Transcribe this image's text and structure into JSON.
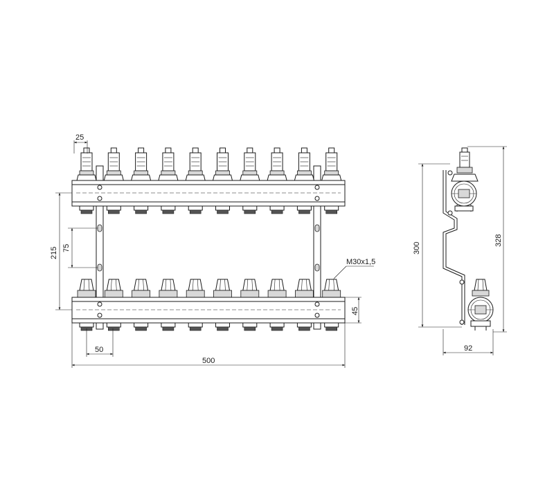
{
  "dimensions": {
    "pitch_top": "25",
    "between_rails_left": "215",
    "bracket_hole_spacing": "75",
    "thread_note": "M30x1,5",
    "collector_height": "45",
    "first_outlet_offset": "50",
    "overall_width": "500",
    "side_height_inner": "300",
    "side_height_overall": "328",
    "side_depth": "92"
  },
  "outlets_per_bar": 10,
  "colors": {
    "line": "#1a1a1a",
    "fill": "#ffffff",
    "shade": "#d8d8d8"
  }
}
